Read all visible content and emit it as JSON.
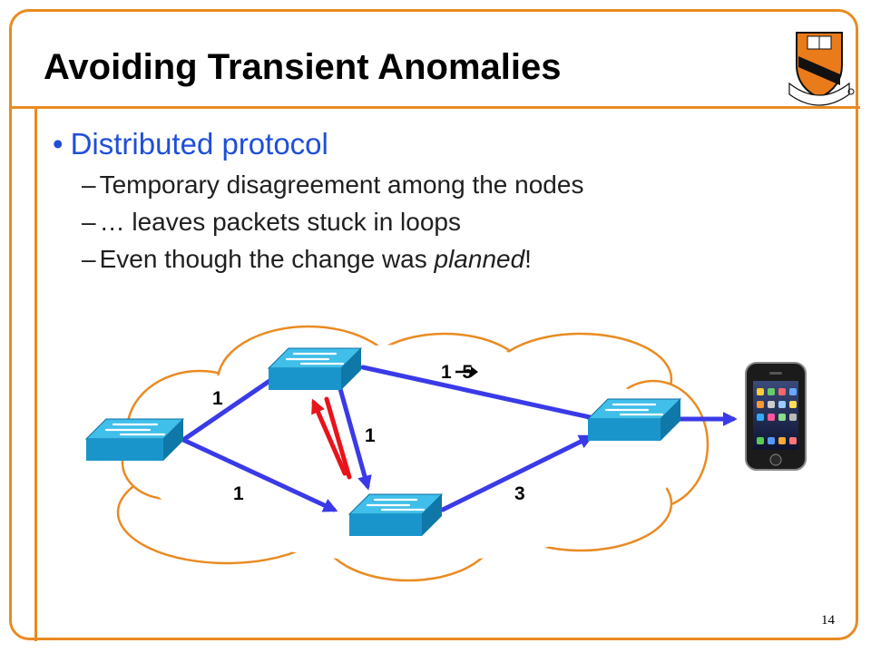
{
  "title": "Avoiding Transient Anomalies",
  "bullet": "Distributed protocol",
  "subbullets": [
    {
      "text": "Temporary disagreement among the nodes"
    },
    {
      "text": "… leaves packets stuck in loops"
    },
    {
      "pre": "Even though the change was ",
      "em": "planned",
      "post": "!"
    }
  ],
  "edge_labels": {
    "left_top": "1",
    "left_bottom": "1",
    "middle": "1",
    "top": "1  5",
    "bottom_right": "3"
  },
  "page_number": "14",
  "icons": {
    "logo": "princeton-shield-icon",
    "device": "smartphone-icon",
    "switch": "network-switch-icon"
  },
  "colors": {
    "accent": "#e98b22",
    "bullet": "#1f4fd8",
    "link": "#3a3ae8",
    "loop": "#e8141a",
    "switch": "#1aa3d8"
  }
}
